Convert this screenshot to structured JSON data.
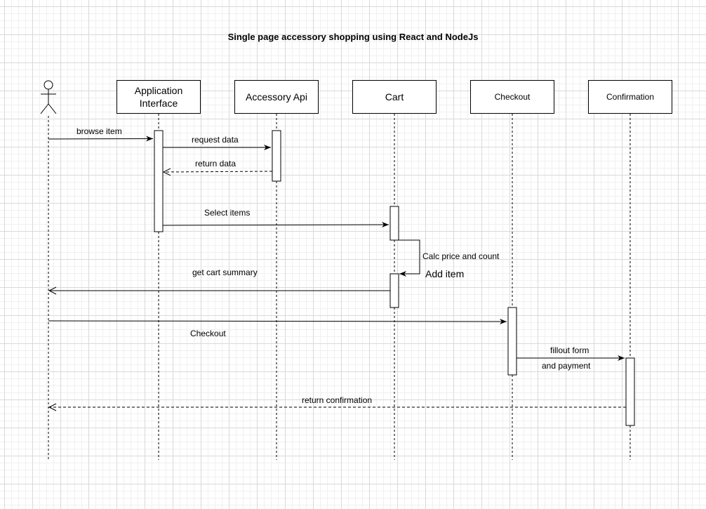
{
  "title": "Single page accessory shopping using React and NodeJs",
  "participants": [
    {
      "label": "Application\nInterface"
    },
    {
      "label": "Accessory Api"
    },
    {
      "label": "Cart"
    },
    {
      "label": "Checkout"
    },
    {
      "label": "Confirmation"
    }
  ],
  "messages": {
    "browse_item": "browse item",
    "request_data": "request data",
    "return_data": "return data",
    "select_items": "Select items",
    "calc_price": "Calc price and count",
    "add_item": "Add item",
    "get_cart_summary": "get cart summary",
    "checkout": "Checkout",
    "fillout_form": "fillout form",
    "and_payment": "and payment",
    "return_confirmation": "return confirmation"
  }
}
